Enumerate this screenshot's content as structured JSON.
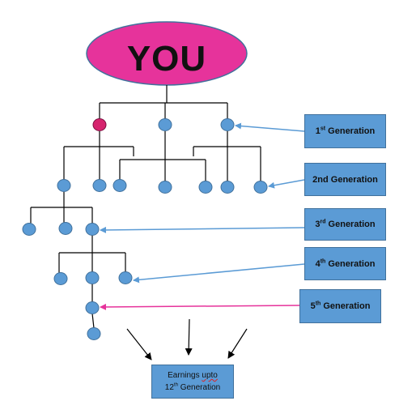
{
  "diagram": {
    "root_label": "YOU",
    "colors": {
      "root_fill": "#e6339b",
      "root_stroke": "#41719c",
      "node_fill": "#5b9bd5",
      "node_stroke": "#41719c",
      "highlight_node_fill": "#d6246e",
      "connector": "#000000",
      "arrow_blue": "#5b9bd5",
      "arrow_pink": "#e6339b",
      "box_fill": "#5b9bd5"
    },
    "generations": [
      {
        "num": "1",
        "suffix": "st",
        "word": "Generation"
      },
      {
        "text": "2nd Generation"
      },
      {
        "num": "3",
        "suffix": "rd",
        "word": "Generation"
      },
      {
        "num": "4",
        "suffix": "th",
        "word": "Generation"
      },
      {
        "num": "5",
        "suffix": "th",
        "word": "Generation"
      }
    ],
    "earnings": {
      "prefix": "Earnings ",
      "upto": "upto",
      "num": "12",
      "suffix": "th",
      "word": "Generation"
    }
  }
}
